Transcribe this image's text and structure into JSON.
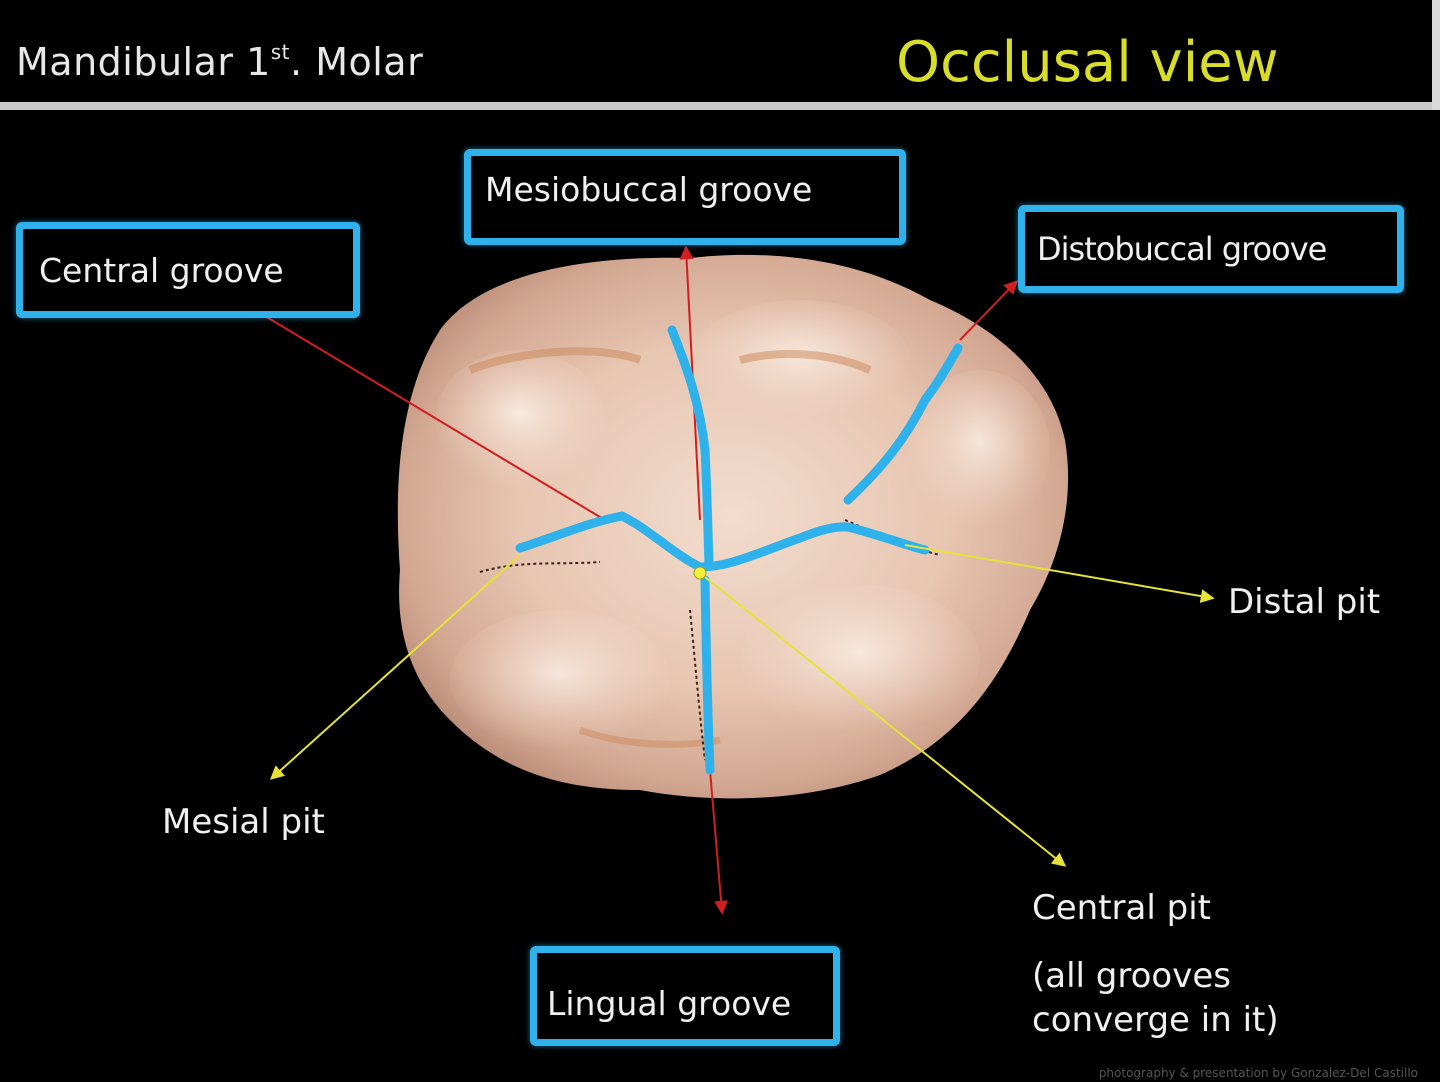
{
  "header": {
    "title_main": "Mandibular 1",
    "title_sup": "st",
    "title_rest": ". Molar",
    "view": "Occlusal view"
  },
  "labels": {
    "central_groove": "Central groove",
    "mesiobuccal_groove": "Mesiobuccal groove",
    "distobuccal_groove": "Distobuccal groove",
    "lingual_groove": "Lingual groove",
    "distal_pit": "Distal pit",
    "mesial_pit": "Mesial pit",
    "central_pit": "Central pit",
    "central_pit_note_1": "(all grooves",
    "central_pit_note_2": "converge in it)"
  },
  "credit": "photography & presentation by Gonzalez-Del Castillo",
  "colors": {
    "groove_highlight": "#2fb2ec",
    "title_accent": "#d8dc2a",
    "groove_arrow": "#d11e1e",
    "pit_arrow": "#e6e23a",
    "tooth_base": "#e8c9b4"
  }
}
